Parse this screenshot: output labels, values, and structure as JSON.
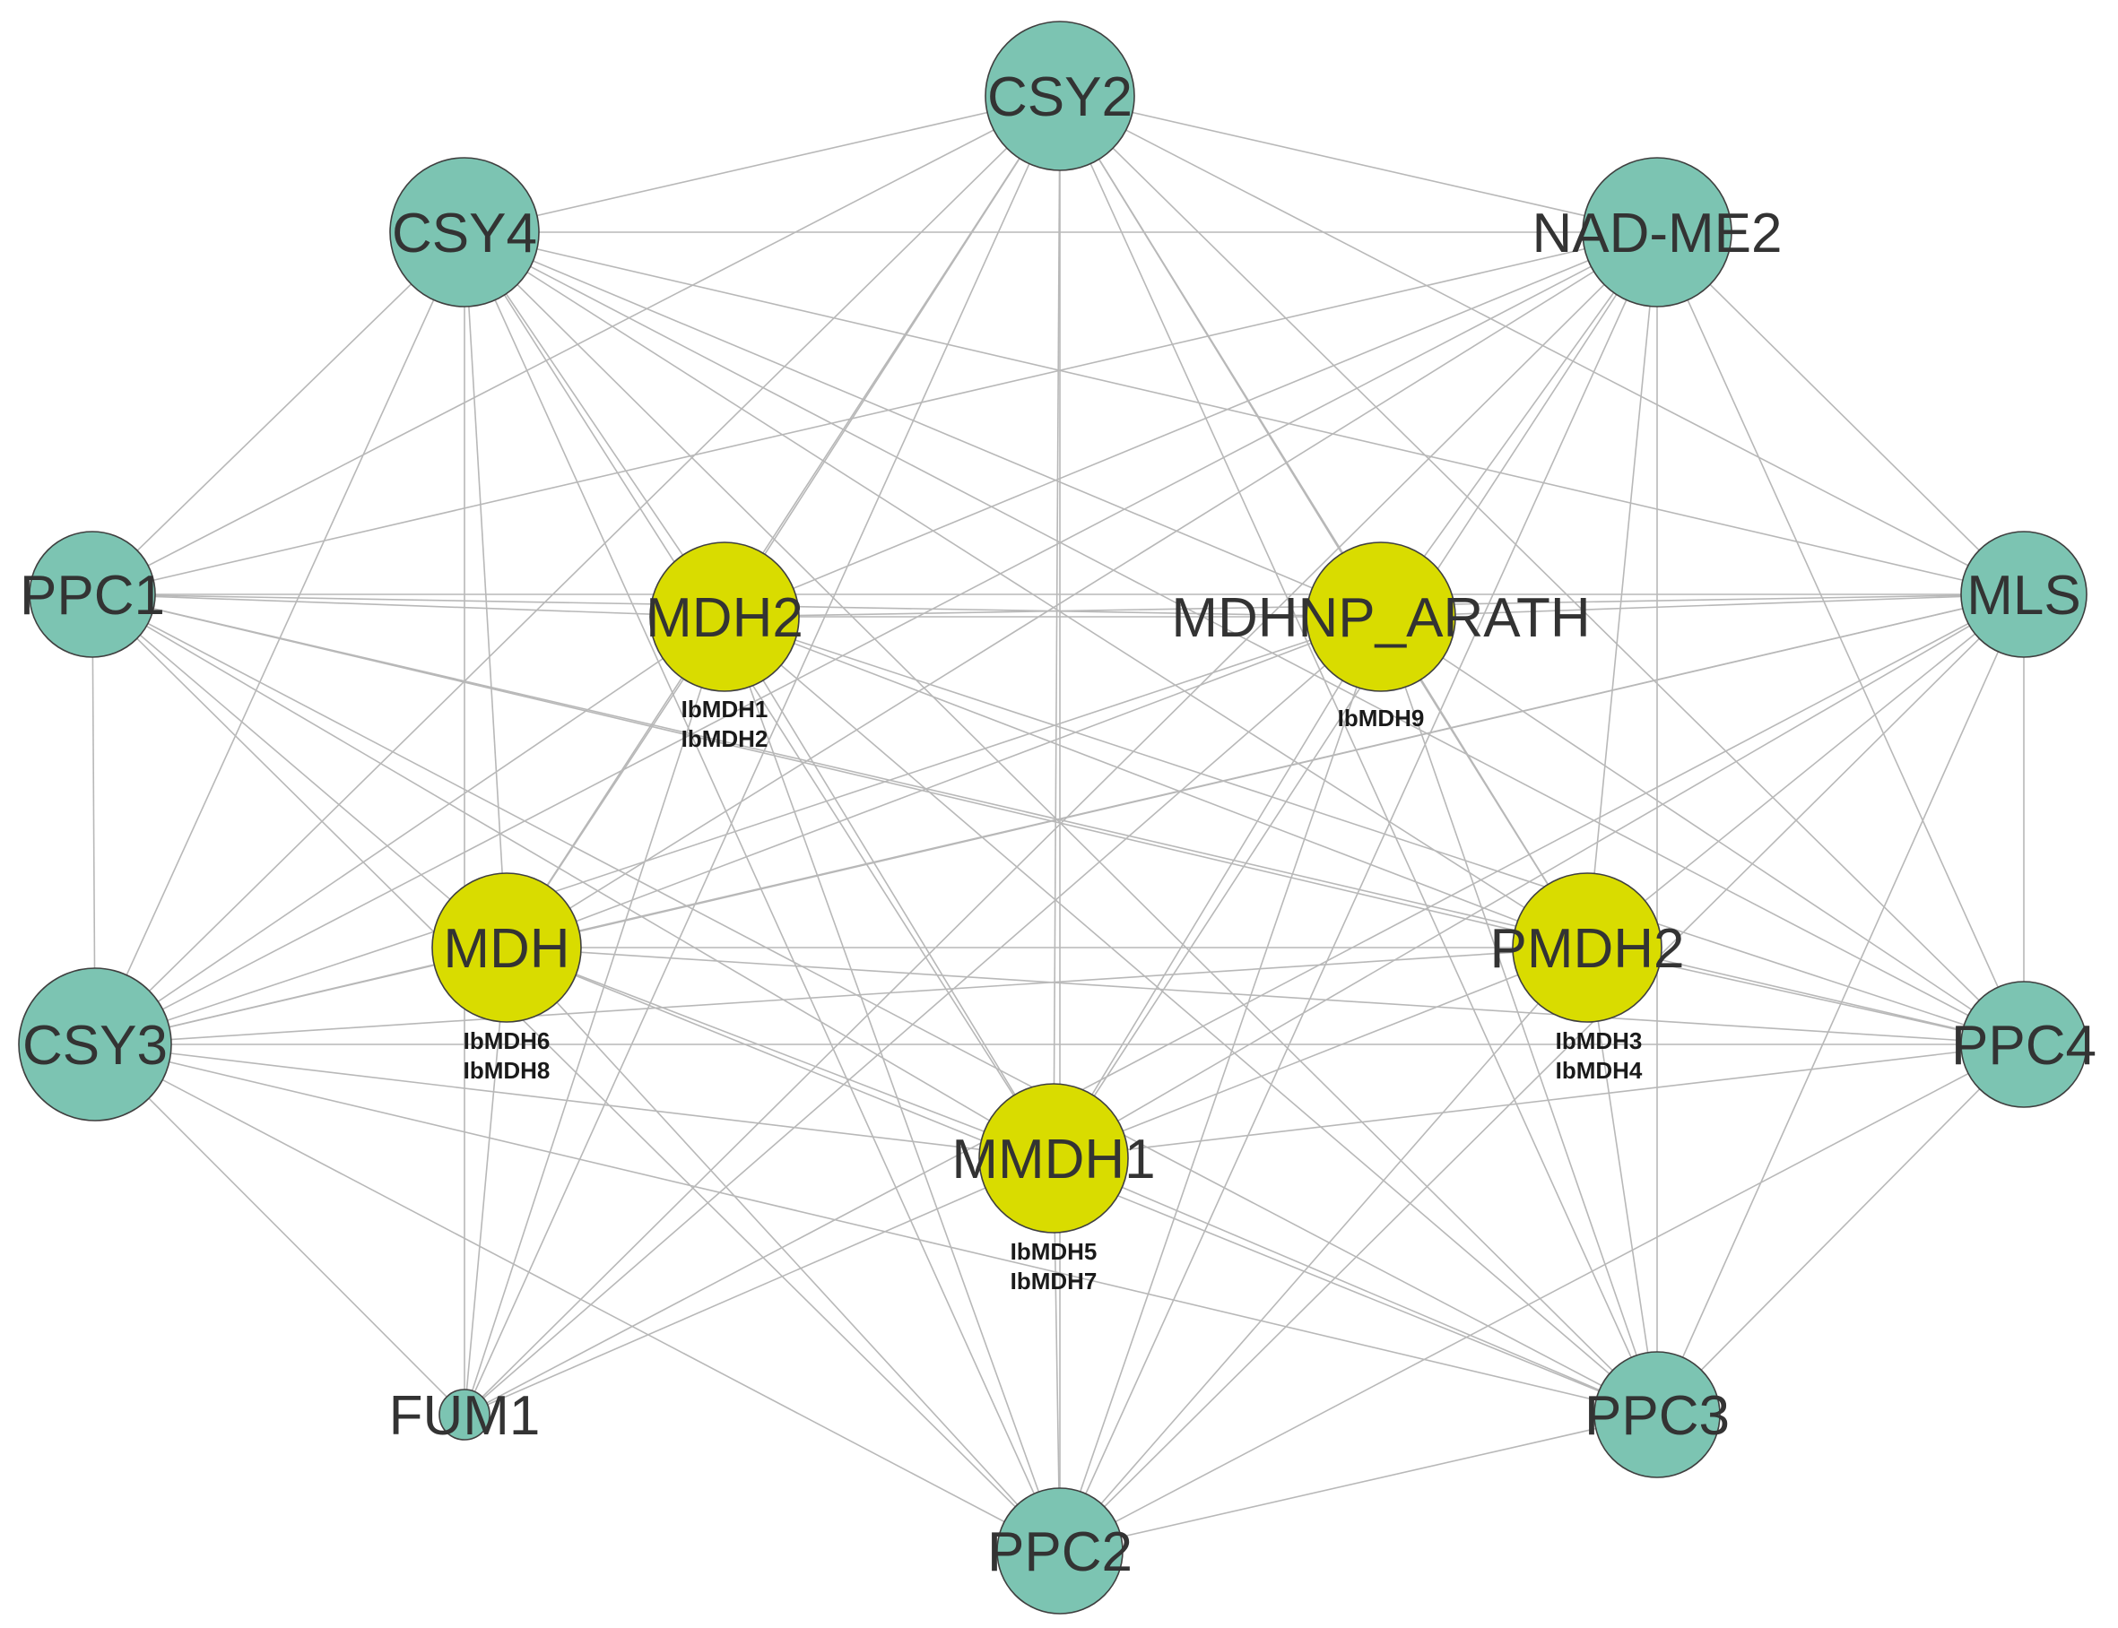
{
  "network": {
    "colors": {
      "partner": "#7cc4b2",
      "mdh": "#d9dc00",
      "edge": "#b8b8b8",
      "outline": "#3f3f3f"
    },
    "nodes": [
      {
        "id": "CSY2",
        "label": "CSY2",
        "kind": "partner"
      },
      {
        "id": "CSY4",
        "label": "CSY4",
        "kind": "partner"
      },
      {
        "id": "NADME2",
        "label": "NAD-ME2",
        "kind": "partner"
      },
      {
        "id": "PPC1",
        "label": "PPC1",
        "kind": "partner"
      },
      {
        "id": "MLS",
        "label": "MLS",
        "kind": "partner"
      },
      {
        "id": "CSY3",
        "label": "CSY3",
        "kind": "partner"
      },
      {
        "id": "PPC4",
        "label": "PPC4",
        "kind": "partner"
      },
      {
        "id": "FUM1",
        "label": "FUM1",
        "kind": "partner"
      },
      {
        "id": "PPC3",
        "label": "PPC3",
        "kind": "partner"
      },
      {
        "id": "PPC2",
        "label": "PPC2",
        "kind": "partner"
      },
      {
        "id": "MDH2",
        "label": "MDH2",
        "kind": "mdh",
        "sublabels": [
          "IbMDH1",
          "IbMDH2"
        ]
      },
      {
        "id": "MDHNP",
        "label": "MDHNP_ARATH",
        "kind": "mdh",
        "sublabels": [
          "IbMDH9"
        ]
      },
      {
        "id": "MDH",
        "label": "MDH",
        "kind": "mdh",
        "sublabels": [
          "IbMDH6",
          "IbMDH8"
        ]
      },
      {
        "id": "PMDH2",
        "label": "PMDH2",
        "kind": "mdh",
        "sublabels": [
          "IbMDH3",
          "IbMDH4"
        ]
      },
      {
        "id": "MMDH1",
        "label": "MMDH1",
        "kind": "mdh",
        "sublabels": [
          "IbMDH5",
          "IbMDH7"
        ]
      }
    ],
    "edges": [
      [
        "CSY2",
        "CSY4"
      ],
      [
        "CSY2",
        "NADME2"
      ],
      [
        "CSY2",
        "PPC1"
      ],
      [
        "CSY2",
        "MLS"
      ],
      [
        "CSY2",
        "CSY3"
      ],
      [
        "CSY2",
        "PPC4"
      ],
      [
        "CSY2",
        "FUM1"
      ],
      [
        "CSY2",
        "PPC3"
      ],
      [
        "CSY2",
        "PPC2"
      ],
      [
        "CSY2",
        "MDH2"
      ],
      [
        "CSY2",
        "MDHNP"
      ],
      [
        "CSY2",
        "MDH"
      ],
      [
        "CSY2",
        "PMDH2"
      ],
      [
        "CSY2",
        "MMDH1"
      ],
      [
        "CSY4",
        "NADME2"
      ],
      [
        "CSY4",
        "PPC1"
      ],
      [
        "CSY4",
        "MLS"
      ],
      [
        "CSY4",
        "CSY3"
      ],
      [
        "CSY4",
        "PPC4"
      ],
      [
        "CSY4",
        "FUM1"
      ],
      [
        "CSY4",
        "PPC3"
      ],
      [
        "CSY4",
        "PPC2"
      ],
      [
        "CSY4",
        "MDH2"
      ],
      [
        "CSY4",
        "MDHNP"
      ],
      [
        "CSY4",
        "MDH"
      ],
      [
        "CSY4",
        "PMDH2"
      ],
      [
        "CSY4",
        "MMDH1"
      ],
      [
        "NADME2",
        "PPC1"
      ],
      [
        "NADME2",
        "MLS"
      ],
      [
        "NADME2",
        "CSY3"
      ],
      [
        "NADME2",
        "PPC4"
      ],
      [
        "NADME2",
        "FUM1"
      ],
      [
        "NADME2",
        "PPC3"
      ],
      [
        "NADME2",
        "PPC2"
      ],
      [
        "NADME2",
        "MDH2"
      ],
      [
        "NADME2",
        "MDHNP"
      ],
      [
        "NADME2",
        "MDH"
      ],
      [
        "NADME2",
        "PMDH2"
      ],
      [
        "NADME2",
        "MMDH1"
      ],
      [
        "PPC1",
        "MLS"
      ],
      [
        "PPC1",
        "CSY3"
      ],
      [
        "PPC1",
        "PPC4"
      ],
      [
        "PPC1",
        "PPC3"
      ],
      [
        "PPC1",
        "PPC2"
      ],
      [
        "PPC1",
        "MDH2"
      ],
      [
        "PPC1",
        "MDHNP"
      ],
      [
        "PPC1",
        "MDH"
      ],
      [
        "PPC1",
        "PMDH2"
      ],
      [
        "PPC1",
        "MMDH1"
      ],
      [
        "MLS",
        "CSY3"
      ],
      [
        "MLS",
        "PPC4"
      ],
      [
        "MLS",
        "FUM1"
      ],
      [
        "MLS",
        "PPC3"
      ],
      [
        "MLS",
        "PPC2"
      ],
      [
        "MLS",
        "MDH2"
      ],
      [
        "MLS",
        "MDHNP"
      ],
      [
        "MLS",
        "MDH"
      ],
      [
        "MLS",
        "PMDH2"
      ],
      [
        "MLS",
        "MMDH1"
      ],
      [
        "CSY3",
        "PPC4"
      ],
      [
        "CSY3",
        "FUM1"
      ],
      [
        "CSY3",
        "PPC3"
      ],
      [
        "CSY3",
        "PPC2"
      ],
      [
        "CSY3",
        "MDH2"
      ],
      [
        "CSY3",
        "MDHNP"
      ],
      [
        "CSY3",
        "MDH"
      ],
      [
        "CSY3",
        "PMDH2"
      ],
      [
        "CSY3",
        "MMDH1"
      ],
      [
        "PPC4",
        "PPC3"
      ],
      [
        "PPC4",
        "PPC2"
      ],
      [
        "PPC4",
        "MDH2"
      ],
      [
        "PPC4",
        "MDHNP"
      ],
      [
        "PPC4",
        "MDH"
      ],
      [
        "PPC4",
        "PMDH2"
      ],
      [
        "PPC4",
        "MMDH1"
      ],
      [
        "FUM1",
        "MDH2"
      ],
      [
        "FUM1",
        "MDHNP"
      ],
      [
        "FUM1",
        "MDH"
      ],
      [
        "FUM1",
        "MMDH1"
      ],
      [
        "PPC3",
        "PPC2"
      ],
      [
        "PPC3",
        "MDH2"
      ],
      [
        "PPC3",
        "MDHNP"
      ],
      [
        "PPC3",
        "MDH"
      ],
      [
        "PPC3",
        "PMDH2"
      ],
      [
        "PPC3",
        "MMDH1"
      ],
      [
        "PPC2",
        "MDH2"
      ],
      [
        "PPC2",
        "MDHNP"
      ],
      [
        "PPC2",
        "MDH"
      ],
      [
        "PPC2",
        "PMDH2"
      ],
      [
        "PPC2",
        "MMDH1"
      ],
      [
        "MDH2",
        "MDHNP"
      ],
      [
        "MDH2",
        "MDH"
      ],
      [
        "MDH2",
        "PMDH2"
      ],
      [
        "MDH2",
        "MMDH1"
      ],
      [
        "MDHNP",
        "MDH"
      ],
      [
        "MDHNP",
        "PMDH2"
      ],
      [
        "MDHNP",
        "MMDH1"
      ],
      [
        "MDH",
        "PMDH2"
      ],
      [
        "MDH",
        "MMDH1"
      ],
      [
        "PMDH2",
        "MMDH1"
      ]
    ]
  }
}
